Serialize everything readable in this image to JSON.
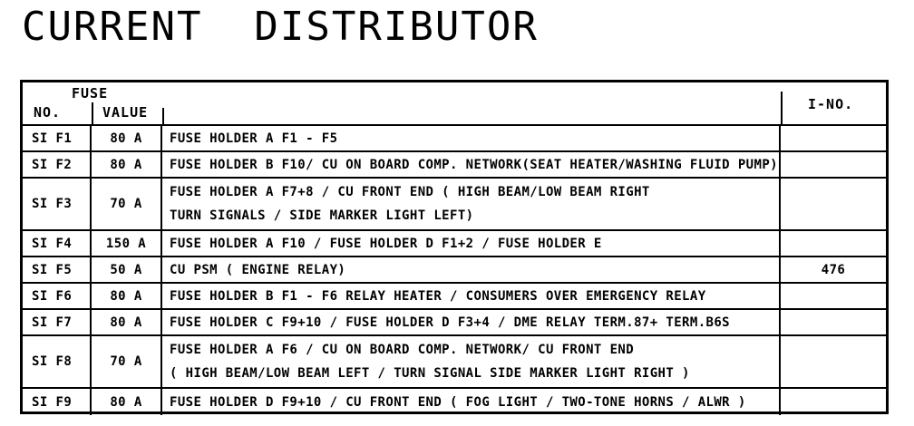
{
  "page": {
    "title": "CURRENT  DISTRIBUTOR",
    "background_color": "#ffffff",
    "line_color": "#000000",
    "text_color": "#000000"
  },
  "table": {
    "header": {
      "group_label": "FUSE",
      "no": "NO.",
      "value": "VALUE",
      "ino": "I-NO."
    },
    "rows": [
      {
        "no": "SI F1",
        "value": "80 A",
        "desc": [
          "FUSE HOLDER A  F1 - F5"
        ],
        "ino": ""
      },
      {
        "no": "SI F2",
        "value": "80 A",
        "desc": [
          "FUSE HOLDER B F10/ CU ON BOARD COMP. NETWORK(SEAT HEATER/WASHING FLUID PUMP)"
        ],
        "ino": ""
      },
      {
        "no": "SI F3",
        "value": "70 A",
        "desc": [
          "FUSE HOLDER A F7+8 / CU FRONT END ( HIGH BEAM/LOW BEAM RIGHT",
          "TURN SIGNALS / SIDE MARKER LIGHT LEFT)"
        ],
        "ino": ""
      },
      {
        "no": "SI F4",
        "value": "150 A",
        "desc": [
          "FUSE HOLDER A F10 /  FUSE HOLDER D   F1+2 / FUSE HOLDER E"
        ],
        "ino": ""
      },
      {
        "no": "SI F5",
        "value": "50 A",
        "desc": [
          "CU PSM ( ENGINE RELAY)"
        ],
        "ino": "476"
      },
      {
        "no": "SI F6",
        "value": "80 A",
        "desc": [
          "FUSE HOLDER B F1 - F6  RELAY  HEATER /  CONSUMERS OVER  EMERGENCY RELAY"
        ],
        "ino": ""
      },
      {
        "no": "SI F7",
        "value": "80 A",
        "desc": [
          "FUSE HOLDER C F9+10 / FUSE HOLDER D  F3+4 / DME RELAY TERM.87+ TERM.B6S"
        ],
        "ino": ""
      },
      {
        "no": "SI F8",
        "value": "70 A",
        "desc": [
          "FUSE HOLDER A  F6 /  CU ON BOARD COMP. NETWORK/  CU FRONT END",
          "( HIGH BEAM/LOW BEAM LEFT /  TURN SIGNAL SIDE MARKER LIGHT RIGHT )"
        ],
        "ino": ""
      },
      {
        "no": "SI F9",
        "value": "80 A",
        "desc": [
          "FUSE HOLDER D  F9+10  /  CU FRONT END ( FOG LIGHT / TWO-TONE HORNS / ALWR )"
        ],
        "ino": ""
      }
    ]
  }
}
